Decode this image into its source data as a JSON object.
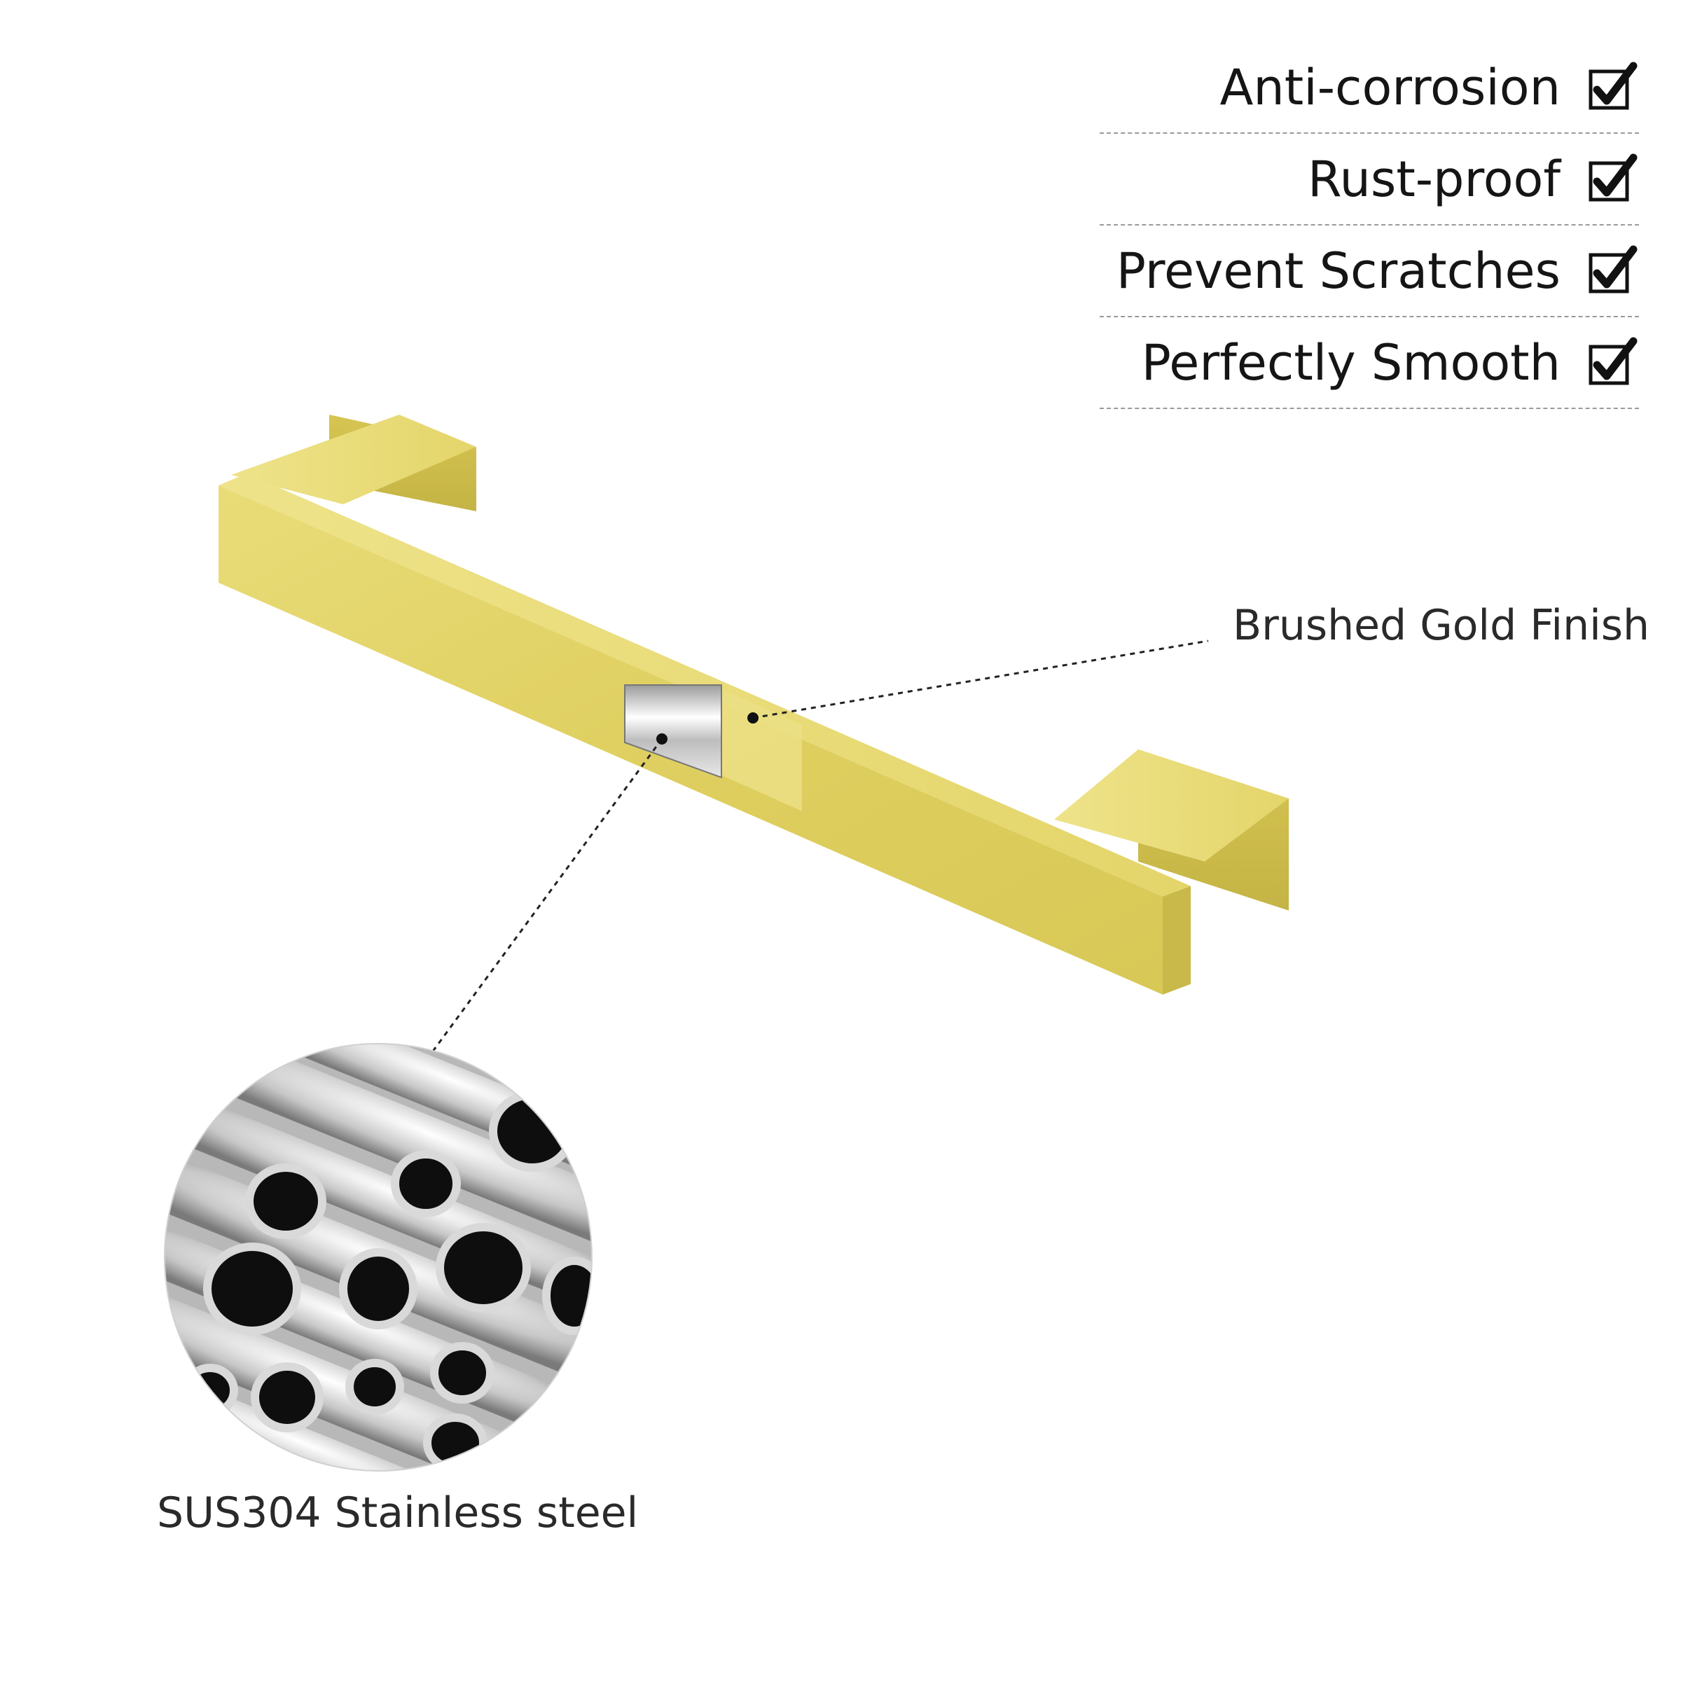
{
  "features": [
    {
      "label": "Anti-corrosion",
      "checked": true
    },
    {
      "label": "Rust-proof",
      "checked": true
    },
    {
      "label": "Prevent Scratches",
      "checked": true
    },
    {
      "label": "Perfectly Smooth",
      "checked": true
    }
  ],
  "callouts": {
    "finish": "Brushed Gold Finish",
    "material": "SUS304 Stainless steel"
  },
  "icons": {
    "check": "checkbox-checked-icon"
  },
  "colors": {
    "gold": "#e4d66c",
    "gold_dark": "#c6b84a",
    "steel": "#c9c9c9",
    "text": "#151515"
  }
}
